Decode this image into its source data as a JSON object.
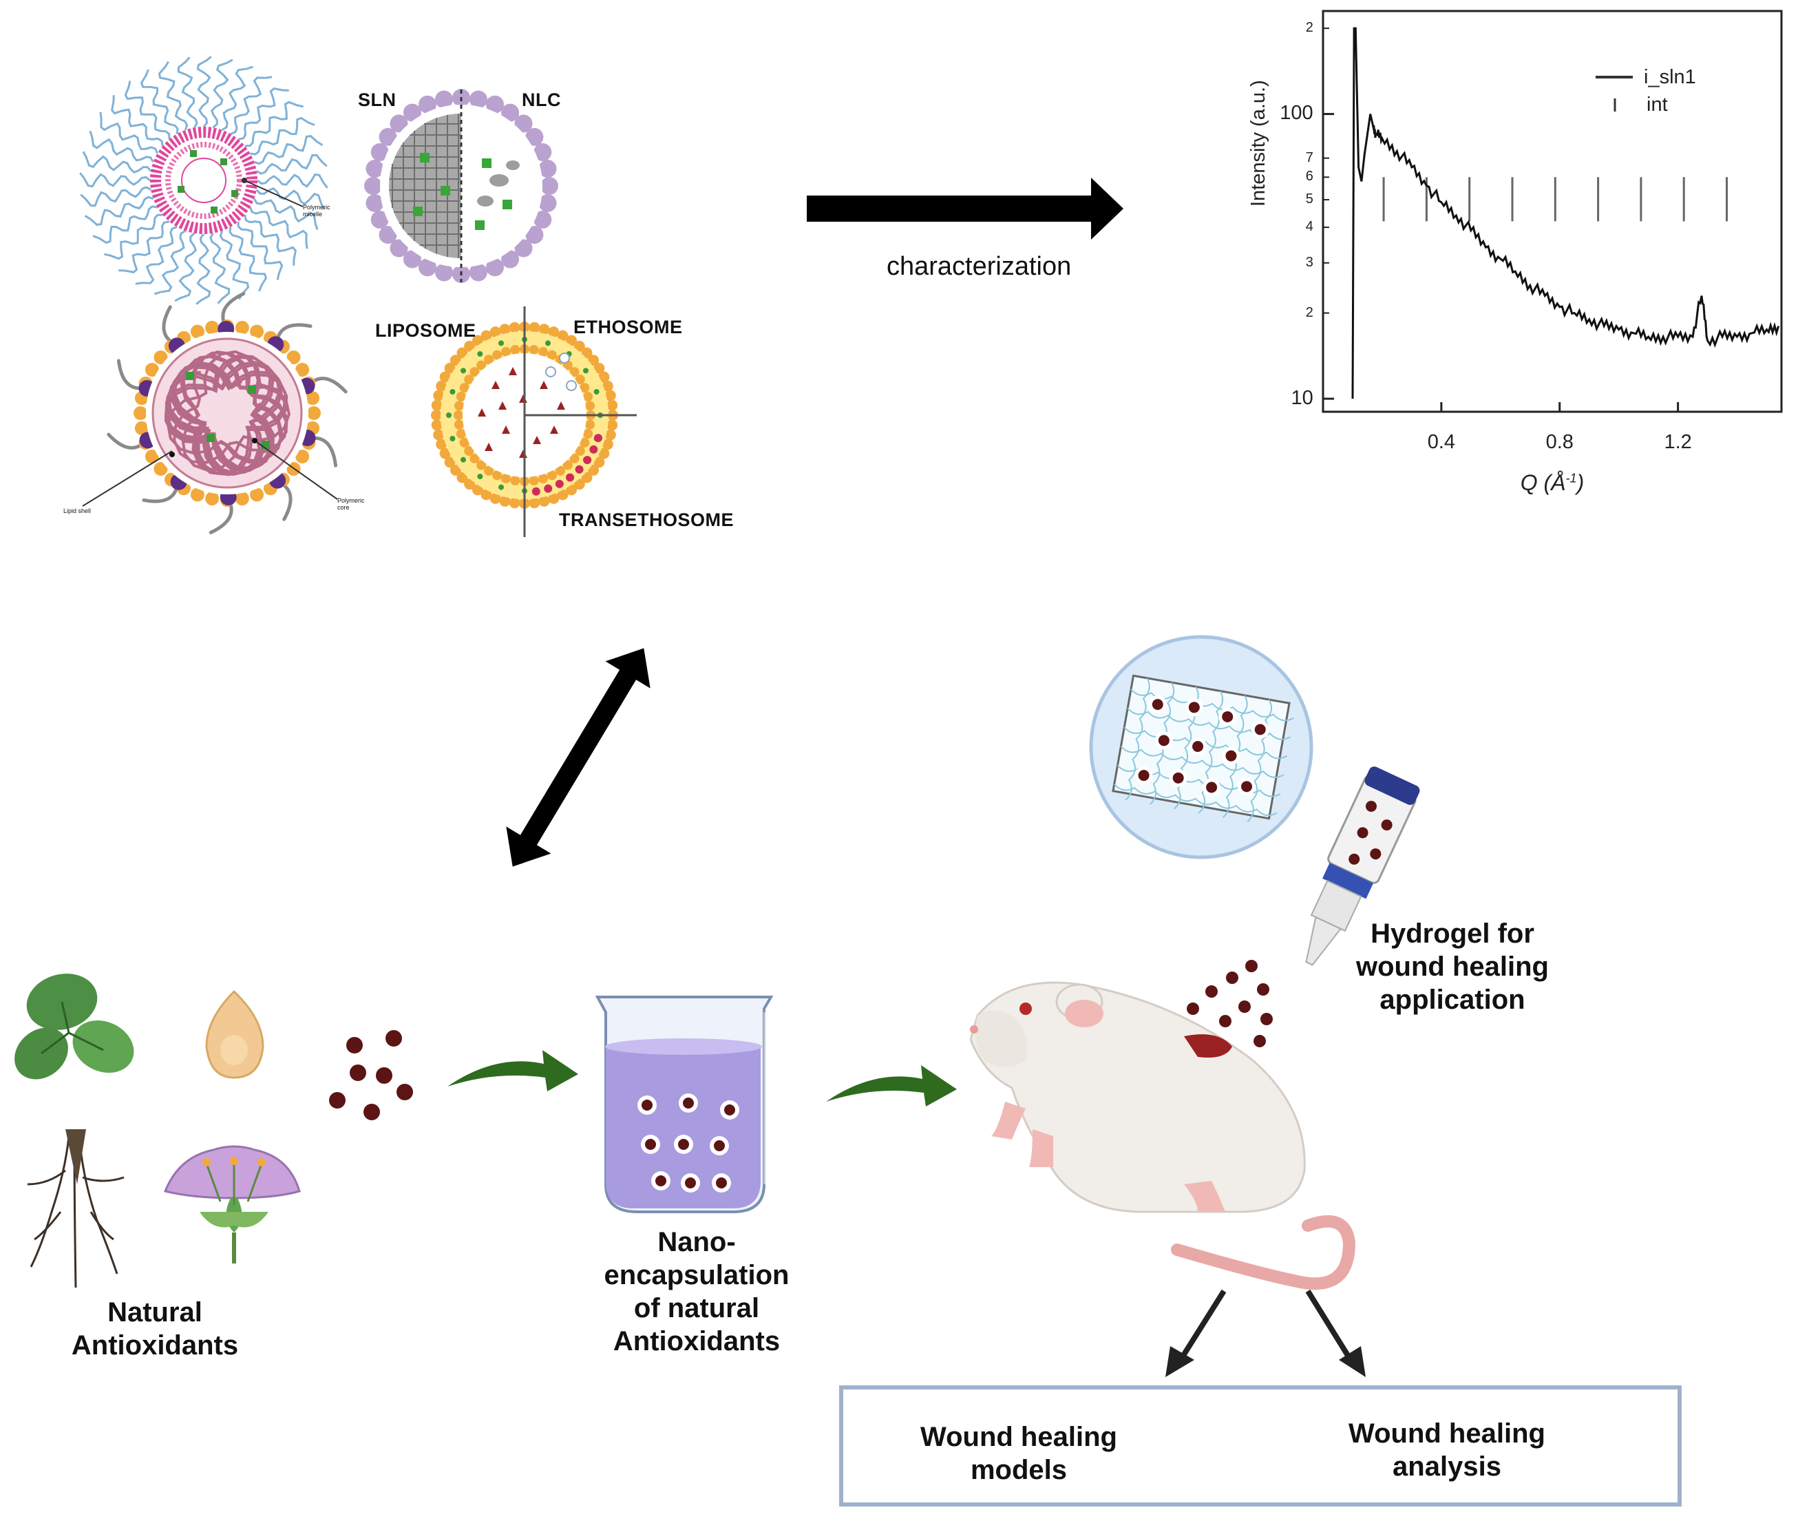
{
  "labels": {
    "sln": "SLN",
    "nlc": "NLC",
    "liposome": "LIPOSOME",
    "ethosome": "ETHOSOME",
    "transethosome": "TRANSETHOSOME",
    "polymeric_micelle": "Polymeric micelle",
    "lipid_shell": "Lipid shell",
    "polymeric_core": "Polymeric core",
    "characterization": "characterization",
    "natural_antioxidants": [
      "Natural",
      "Antioxidants"
    ],
    "nanoencapsulation": [
      "Nano-",
      "encapsulation",
      "of natural",
      "Antioxidants"
    ],
    "hydrogel": [
      "Hydrogel for",
      "wound healing",
      "application"
    ],
    "wound_models": [
      "Wound healing",
      "models"
    ],
    "wound_analysis": [
      "Wound healing",
      "analysis"
    ]
  },
  "colors": {
    "arrow": "#000000",
    "green_arrow": "#2e6b1f",
    "lipid_head": "#f2a93b",
    "sln_head": "#b9a2cf",
    "payload": "#5c1414",
    "beaker_liquid": "#a99be0",
    "box_border": "#9fb2cc"
  },
  "chart_data": {
    "type": "line",
    "xlabel": "Q (Å",
    "xlabel_sup": "-1",
    "xlabel_close": ")",
    "ylabel": "Intensity (a.u.)",
    "x_ticks": [
      "0.4",
      "0.8",
      "1.2"
    ],
    "x_tick_values": [
      0.4,
      0.8,
      1.2
    ],
    "y_major_ticks": [
      "10",
      "100"
    ],
    "y_major_values": [
      10,
      100
    ],
    "y_minor_ticks": [
      "2",
      "3",
      "4",
      "5",
      "6",
      "7",
      "2"
    ],
    "y_minor_values": [
      20,
      30,
      40,
      50,
      60,
      70,
      200
    ],
    "xlim": [
      0.0,
      1.55
    ],
    "ylim": [
      9,
      230
    ],
    "log_y": true,
    "legend": [
      "i_sln1",
      "int"
    ],
    "legend_position": "top-right",
    "series": [
      {
        "name": "i_sln1",
        "x": [
          0.1,
          0.105,
          0.11,
          0.12,
          0.13,
          0.14,
          0.15,
          0.16,
          0.17,
          0.18,
          0.2,
          0.25,
          0.3,
          0.35,
          0.4,
          0.45,
          0.5,
          0.55,
          0.6,
          0.65,
          0.7,
          0.75,
          0.8,
          0.85,
          0.9,
          0.95,
          1.0,
          1.05,
          1.1,
          1.15,
          1.2,
          1.25,
          1.28,
          1.3,
          1.35,
          1.4,
          1.45,
          1.5,
          1.54
        ],
        "y": [
          10,
          200,
          200,
          65,
          58,
          72,
          85,
          100,
          90,
          85,
          82,
          74,
          65,
          56,
          49,
          44,
          39,
          34,
          31,
          28,
          25,
          23,
          21,
          20,
          19,
          18,
          17.5,
          17,
          16.5,
          16.5,
          16.5,
          16.5,
          23,
          16,
          16.5,
          16.5,
          17,
          17.5,
          18
        ]
      },
      {
        "name": "int",
        "peaks": [
          0.205,
          0.35,
          0.495,
          0.64,
          0.785,
          0.93,
          1.075,
          1.22,
          1.365
        ]
      }
    ]
  }
}
